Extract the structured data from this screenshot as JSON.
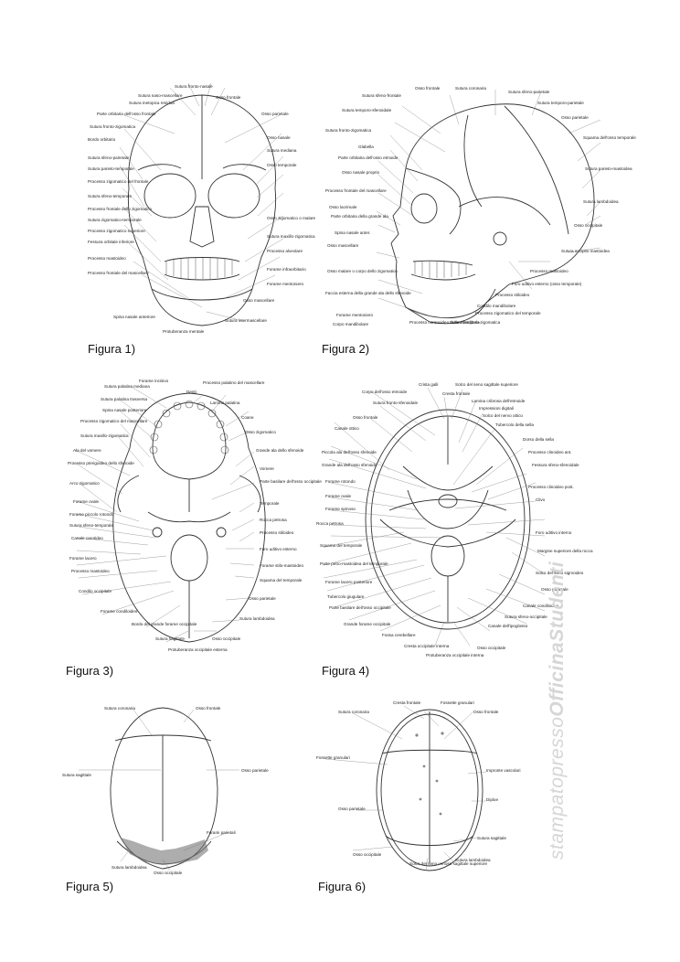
{
  "figures": [
    {
      "caption": "Figura 1)"
    },
    {
      "caption": "Figura 2)"
    },
    {
      "caption": "Figura 3)"
    },
    {
      "caption": "Figura 4)"
    },
    {
      "caption": "Figura 5)"
    },
    {
      "caption": "Figura 6)"
    }
  ],
  "watermark": {
    "part1": "stampatopresso",
    "part2": "Officina",
    "part3": "Studenti"
  },
  "fig1_labels": [
    "Sutura naso-mascellare",
    "Sutura fronto-nasale",
    "Sutura metopica residua",
    "Parte orbitaria dell'osso frontale",
    "Sutura fronto-zigomatica",
    "Bordo orbitario",
    "Sutura sfeno-parietale",
    "Sutura parieto-temporale",
    "Processo zigomatico del frontale",
    "Sutura sfeno-temporale",
    "Processo frontale dello zigomatico",
    "Sutura zigomatico-temporale",
    "Processo zigomatico superiore",
    "Fessura orbitale inferiore",
    "Processo mastoideo",
    "Processo frontale del mascellare",
    "Osso frontale",
    "Osso parietale",
    "Osso temporale",
    "Osso zigomatico o malare",
    "Osso nasale",
    "Sutura mediana",
    "Sutura maxillo-zigomatica",
    "Processo alveolare",
    "Spina nasale anteriore",
    "Protuberanza mentale",
    "Sutura intermascellare",
    "Forame infraorbitario",
    "Forame mentoniero",
    "Osso mascellare"
  ],
  "fig2_labels": [
    "Osso frontale",
    "Sutura coronaria",
    "Sutura sfeno-parietale",
    "Sutura sfeno-frontale",
    "Sutura temporo-parietale",
    "Sutura temporo-sfenoidale",
    "Osso parietale",
    "Sutura fronto-zigomatica",
    "Glabella",
    "Squama dell'osso temporale",
    "Parte orbitaria dell'osso etmoide",
    "Osso nasale proprio",
    "Sutura parieto-mastoidea",
    "Processo frontale del mascellare",
    "Osso lacrimale",
    "Sutura lambdoidea",
    "Parte orbitaria della grande ala",
    "Osso occipitale",
    "Spina nasale anter.",
    "Osso mascellare",
    "Sutura occipito mastoidea",
    "Processo mastoideo",
    "Osso malare o corpo dello zigomatico",
    "Foro uditivo esterno (osso temporale)",
    "Processo stiloideo",
    "Faccia esterna della grande ala dello sfenoide",
    "Condilo mandibolare",
    "Processo zigomatico del temporale",
    "Forame mentoniero",
    "Corpo mandibolare",
    "Processo coronoideo della mandibola",
    "Sutura temporo-zigomatica"
  ],
  "fig3_labels": [
    "Forame incisivo",
    "Sutura palatina mediana",
    "Sutura palatina trasversa",
    "Spina nasale posteriore",
    "Processo zigomatico del mascellare",
    "Sutura maxillo-zigomatica",
    "Ala del vomere",
    "Processo pterigoideo dello sfenoide",
    "Arco zigomatico",
    "Forame ovale",
    "Forame piccolo rotondo",
    "Sutura sfeno-temporale",
    "Canale carotideo",
    "Forame lacero",
    "Processo mastoideo",
    "Condilo occipitale",
    "Forame condiloideo",
    "Bordo del grande forame occipitale",
    "Sutura sagittale",
    "Protuberanza occipitale esterna",
    "Denti",
    "Processo palatino del mascellare",
    "Lamina palatina",
    "Coane",
    "Osso zigomatico",
    "Grande ala dello sfenoide",
    "Vomere",
    "Parte basilare dell'osso occipitale",
    "Temporale",
    "Rocca petrosa",
    "Processo stiloideo",
    "Foro uditivo esterno",
    "Forame stilo-mastoideo",
    "Squama del temporale",
    "Osso parietale",
    "Sutura lambdoidea",
    "Osso occipitale"
  ],
  "fig4_labels": [
    "Crista galli",
    "Solco del seno sagittale superiore",
    "Corpo dell'osso etmoide",
    "Cresta frontale",
    "Sutura fronto-sfenoidale",
    "Lamina cribrosa dell'etmoide",
    "Impressioni digitali",
    "Osso frontale",
    "Solco del nervo ottico",
    "Canale ottico",
    "Tubercolo della sella",
    "Piccola ala dell'osso sfenoide",
    "Dorso della sella",
    "Grande ala dell'osso sfenoide",
    "Processo clinoideo ant.",
    "Fessura sfeno-sfenoidale",
    "Forame rotondo",
    "Forame ovale",
    "Processo clinoideo post.",
    "Forame spinoso",
    "Clivo",
    "Rocca petrosa",
    "Foro uditivo interno",
    "Squama del temporale",
    "Margine superiore della rocca",
    "Parte petro-mastoidea del temporale",
    "Solco del seno sigmoideo",
    "Forame lacero posteriore",
    "Osso parietale",
    "Tubercolo giugulare",
    "Canale condiloideo",
    "Parte basilare dell'osso occipitale",
    "Sutura sfeno-occipitale",
    "Canale dell'ipoglosso",
    "Grande forame occipitale",
    "Fossa cerebellare",
    "Cresta occipitale interna",
    "Protuberanza occipitale interna",
    "Osso occipitale"
  ],
  "fig5_labels": [
    "Sutura coronaria",
    "Osso frontale",
    "Sutura sagittale",
    "Osso parietale",
    "Forami parietali",
    "Sutura lambdoidea",
    "Osso occipitale"
  ],
  "fig6_labels": [
    "Cresta frontale",
    "Fossette granulari",
    "Sutura coronaria",
    "Osso frontale",
    "Fossette granulari",
    "Impronte vascolari",
    "Osso parietale",
    "Diploe",
    "Sutura sagittale",
    "Osso occipitale",
    "Solco del seno venoso sagittale superiore",
    "Sutura lambdoidea"
  ]
}
